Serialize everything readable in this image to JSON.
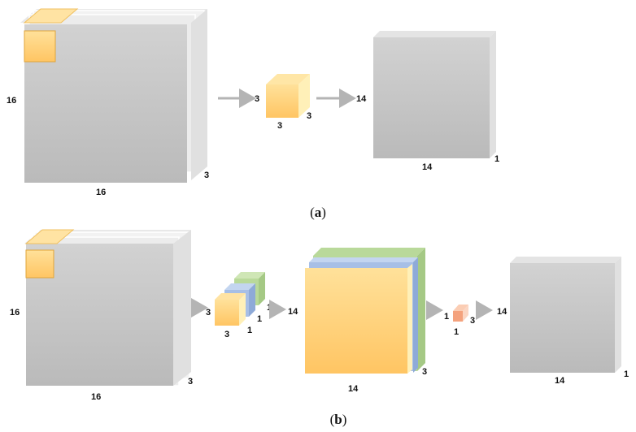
{
  "panel_a": {
    "caption_open": "(",
    "caption_letter": "a",
    "caption_close": ")",
    "input_height": "16",
    "input_width": "16",
    "input_depth": "3",
    "kernel_left": "3",
    "kernel_bottom": "3",
    "kernel_depth": "3",
    "output_left": "14",
    "output_bottom": "14",
    "output_depth": "1"
  },
  "panel_b": {
    "caption_open": "(",
    "caption_letter": "b",
    "caption_close": ")",
    "input_height": "16",
    "input_width": "16",
    "input_depth": "3",
    "dw_kernel_left": "3",
    "dw_kernel_bottom": "3",
    "dw_kernel_depth_1": "1",
    "dw_kernel_depth_2": "1",
    "dw_kernel_depth_3": "1",
    "mid_left": "14",
    "mid_bottom": "14",
    "mid_depth": "3",
    "pw_kernel_left": "1",
    "pw_kernel_bottom": "1",
    "pw_kernel_depth": "3",
    "output_left": "14",
    "output_bottom": "14",
    "output_depth": "1"
  },
  "colors": {
    "gray_front": "#c4c4c4",
    "gray_side": "#e2e2e2",
    "yellow": "#ffd27a",
    "yellow_border": "#e0a53a",
    "blue": "#a7bfe6",
    "green": "#b9d99a",
    "salmon": "#f7b593",
    "arrow": "#b4b4b4"
  }
}
